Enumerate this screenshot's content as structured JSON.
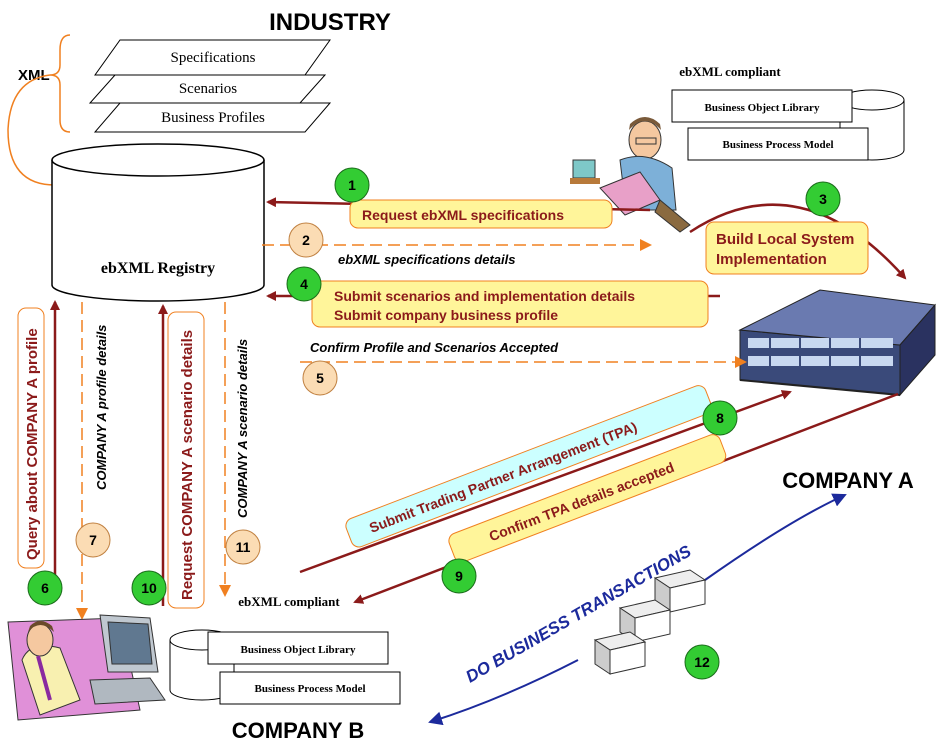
{
  "titles": {
    "industry": "INDUSTRY",
    "company_a": "COMPANY A",
    "company_b": "COMPANY B",
    "xml": "XML"
  },
  "industry_layers": [
    "Specifications",
    "Scenarios",
    "Business Profiles"
  ],
  "registry": {
    "label": "ebXML Registry"
  },
  "compliant_a": {
    "title": "ebXML compliant",
    "library": "Business Object Library",
    "model": "Business Process Model"
  },
  "compliant_b": {
    "title": "ebXML compliant",
    "library": "Business Object Library",
    "model": "Business Process Model"
  },
  "steps": {
    "s1": {
      "num": "1",
      "text": "Request  ebXML specifications"
    },
    "s2": {
      "num": "2",
      "text": "ebXML specifications details"
    },
    "s3": {
      "num": "3",
      "text_line1": "Build Local System",
      "text_line2": "Implementation"
    },
    "s4": {
      "num": "4",
      "text_line1": "Submit scenarios and implementation details",
      "text_line2": "Submit company business profile"
    },
    "s5": {
      "num": "5",
      "text": "Confirm Profile and Scenarios Accepted"
    },
    "s6": {
      "num": "6",
      "text": "Query about COMPANY A profile"
    },
    "s7": {
      "num": "7",
      "text": "COMPANY A profile details"
    },
    "s8": {
      "num": "8",
      "text": "Submit Trading Partner Arrangement  (TPA)"
    },
    "s9": {
      "num": "9",
      "text": "Confirm TPA details accepted"
    },
    "s10": {
      "num": "10",
      "text": "Request COMPANY A scenario details"
    },
    "s11": {
      "num": "11",
      "text": "COMPANY A scenario details"
    },
    "s12": {
      "num": "12",
      "text": "DO BUSINESS TRANSACTIONS"
    }
  },
  "colors": {
    "green_badge": "#33cc33",
    "peach_badge": "#fbdcb4",
    "dark_red": "#8b1a1a",
    "orange_dashed": "#f08020",
    "yellow_box": "#fff59a",
    "cyan_box": "#ccffff",
    "navy_text": "#1c2a9c"
  }
}
